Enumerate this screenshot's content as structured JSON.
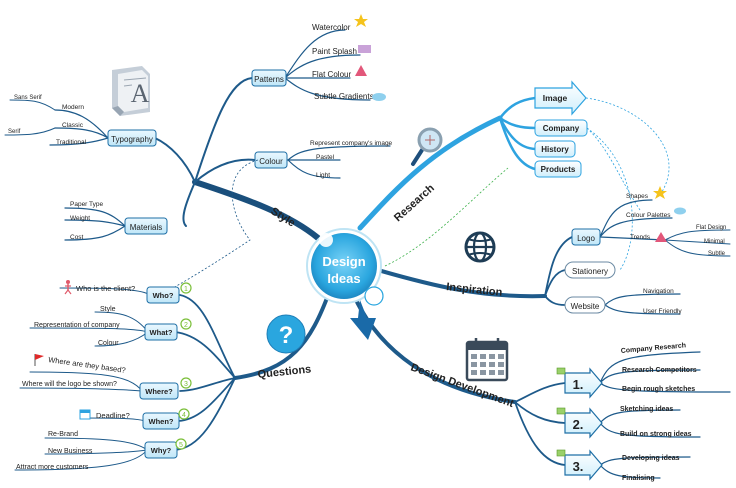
{
  "center": {
    "line1": "Design",
    "line2": "Ideas"
  },
  "branches": {
    "style": "Style",
    "research": "Research",
    "inspiration": "Inspiration",
    "questions": "Questions",
    "design_development": "Design Development"
  },
  "style": {
    "patterns": {
      "label": "Patterns",
      "items": [
        "Watercolor",
        "Paint Splash",
        "Flat Colour",
        "Subtle Gradients"
      ]
    },
    "colour": {
      "label": "Colour",
      "items": [
        "Represent company's image",
        "Pastel",
        "Light"
      ]
    },
    "typography": {
      "label": "Typography",
      "items": [
        "Modern",
        "Classic",
        "Traditional"
      ],
      "sub": [
        "Sans Serif",
        "Serif"
      ]
    },
    "materials": {
      "label": "Materials",
      "items": [
        "Paper Type",
        "Weight",
        "Cost"
      ]
    }
  },
  "research": {
    "items": [
      "Image",
      "Company",
      "History",
      "Products"
    ]
  },
  "inspiration": {
    "logo": {
      "label": "Logo",
      "items": [
        "Shapes",
        "Colour Palettes",
        "Trends"
      ],
      "trends": [
        "Flat Design",
        "Minimal",
        "Subtle"
      ]
    },
    "stationery": {
      "label": "Stationery"
    },
    "website": {
      "label": "Website",
      "items": [
        "Navigation",
        "User Friendly"
      ]
    }
  },
  "questions": {
    "items": [
      {
        "label": "Who?",
        "num": "1",
        "details": [
          "Who is the client?"
        ]
      },
      {
        "label": "What?",
        "num": "2",
        "details": [
          "Style",
          "Representation of company",
          "Colour"
        ]
      },
      {
        "label": "Where?",
        "num": "3",
        "details": [
          "Where are they based?",
          "Where will the logo be shown?"
        ]
      },
      {
        "label": "When?",
        "num": "4",
        "details": [
          "Deadline?"
        ]
      },
      {
        "label": "Why?",
        "num": "5",
        "details": [
          "Re-Brand",
          "New Business",
          "Attract more customers"
        ]
      }
    ]
  },
  "development": {
    "steps": [
      {
        "label": "1.",
        "items": [
          "Company Research",
          "Research Competitors",
          "Begin rough sketches"
        ]
      },
      {
        "label": "2.",
        "items": [
          "Sketching ideas",
          "Build on strong ideas"
        ]
      },
      {
        "label": "3.",
        "items": [
          "Developing ideas",
          "Finalising"
        ]
      }
    ]
  },
  "colors": {
    "dark_blue": "#1e5a8a",
    "mid_blue": "#2c8fd0",
    "light_blue": "#39b7ea",
    "center": "#2aa6df"
  },
  "icons": [
    "font-file-icon",
    "magnifier-icon",
    "globe-icon",
    "question-icon",
    "calendar-icon",
    "star-icon",
    "purple-rect-icon",
    "red-triangle-icon",
    "blue-ellipse-icon",
    "person-icon",
    "flag-icon",
    "calendar-small-icon",
    "sheet-icon"
  ]
}
